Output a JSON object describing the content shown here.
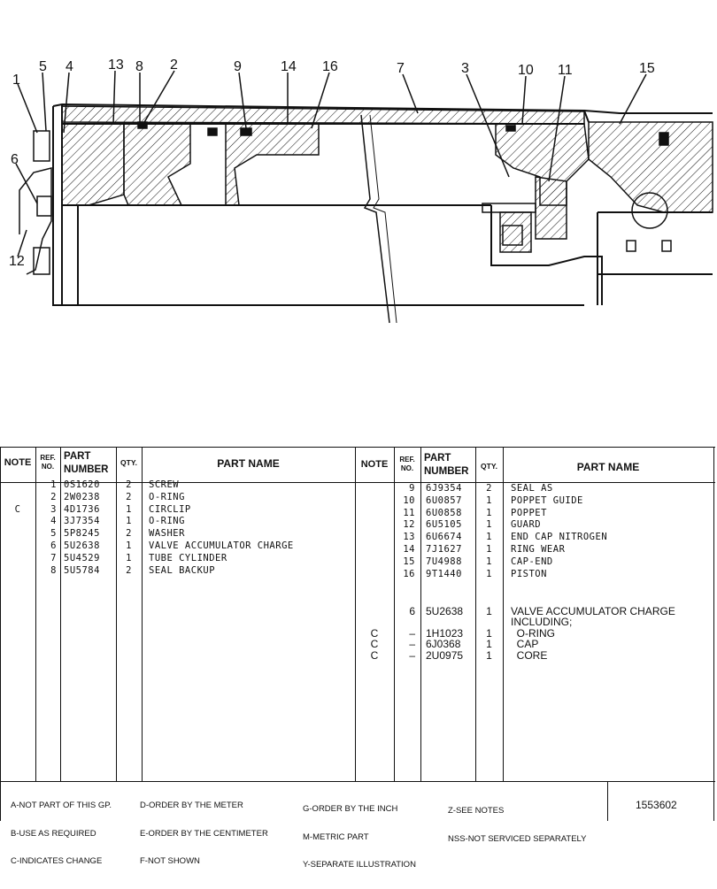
{
  "callouts": [
    "1",
    "5",
    "4",
    "13",
    "8",
    "2",
    "9",
    "14",
    "16",
    "7",
    "3",
    "10",
    "11",
    "15",
    "6",
    "12"
  ],
  "table": {
    "headers": {
      "note": "NOTE",
      "ref_no": [
        "REF.",
        "NO."
      ],
      "part_number": [
        "PART",
        "NUMBER"
      ],
      "qty": "QTY.",
      "part_name": "PART NAME"
    },
    "left_rows": [
      {
        "note": "",
        "ref": "1",
        "part": "0S1620",
        "qty": "2",
        "name": "SCREW"
      },
      {
        "note": "",
        "ref": "2",
        "part": "2W0238",
        "qty": "2",
        "name": "O-RING"
      },
      {
        "note": "C",
        "ref": "3",
        "part": "4D1736",
        "qty": "1",
        "name": "CIRCLIP"
      },
      {
        "note": "",
        "ref": "4",
        "part": "3J7354",
        "qty": "1",
        "name": "O-RING"
      },
      {
        "note": "",
        "ref": "5",
        "part": "5P8245",
        "qty": "2",
        "name": "WASHER"
      },
      {
        "note": "",
        "ref": "6",
        "part": "5U2638",
        "qty": "1",
        "name": "VALVE ACCUMULATOR CHARGE"
      },
      {
        "note": "",
        "ref": "7",
        "part": "5U4529",
        "qty": "1",
        "name": "TUBE CYLINDER"
      },
      {
        "note": "",
        "ref": "8",
        "part": "5U5784",
        "qty": "2",
        "name": "SEAL BACKUP"
      }
    ],
    "right_rows": [
      {
        "note": "",
        "ref": "9",
        "part": "6J9354",
        "qty": "2",
        "name": "SEAL AS"
      },
      {
        "note": "",
        "ref": "10",
        "part": "6U0857",
        "qty": "1",
        "name": "POPPET GUIDE"
      },
      {
        "note": "",
        "ref": "11",
        "part": "6U0858",
        "qty": "1",
        "name": "POPPET"
      },
      {
        "note": "",
        "ref": "12",
        "part": "6U5105",
        "qty": "1",
        "name": "GUARD"
      },
      {
        "note": "",
        "ref": "13",
        "part": "6U6674",
        "qty": "1",
        "name": "END CAP NITROGEN"
      },
      {
        "note": "",
        "ref": "14",
        "part": "7J1627",
        "qty": "1",
        "name": "RING WEAR"
      },
      {
        "note": "",
        "ref": "15",
        "part": "7U4988",
        "qty": "1",
        "name": "CAP-END"
      },
      {
        "note": "",
        "ref": "16",
        "part": "9T1440",
        "qty": "1",
        "name": "PISTON"
      }
    ],
    "sub_rows": [
      {
        "note": "",
        "ref": "6",
        "part": "5U2638",
        "qty": "1",
        "name": "VALVE ACCUMULATOR CHARGE"
      },
      {
        "note": "",
        "ref": "",
        "part": "",
        "qty": "",
        "name": "INCLUDING;"
      },
      {
        "note": "C",
        "ref": "–",
        "part": "1H1023",
        "qty": "1",
        "name": "  O-RING"
      },
      {
        "note": "C",
        "ref": "–",
        "part": "6J0368",
        "qty": "1",
        "name": "  CAP"
      },
      {
        "note": "C",
        "ref": "–",
        "part": "2U0975",
        "qty": "1",
        "name": "  CORE"
      }
    ]
  },
  "legend": {
    "col1": [
      "A-NOT PART OF THIS GP.",
      "B-USE AS REQUIRED",
      "C-INDICATES CHANGE"
    ],
    "col2": [
      "D-ORDER BY THE METER",
      "E-ORDER BY THE CENTIMETER",
      "F-NOT SHOWN"
    ],
    "col3": [
      "G-ORDER BY THE INCH",
      "M-METRIC PART",
      "Y-SEPARATE ILLUSTRATION"
    ],
    "col4": [
      "Z-SEE NOTES",
      "NSS-NOT SERVICED SEPARATELY"
    ],
    "drawing_number": "1553602"
  }
}
